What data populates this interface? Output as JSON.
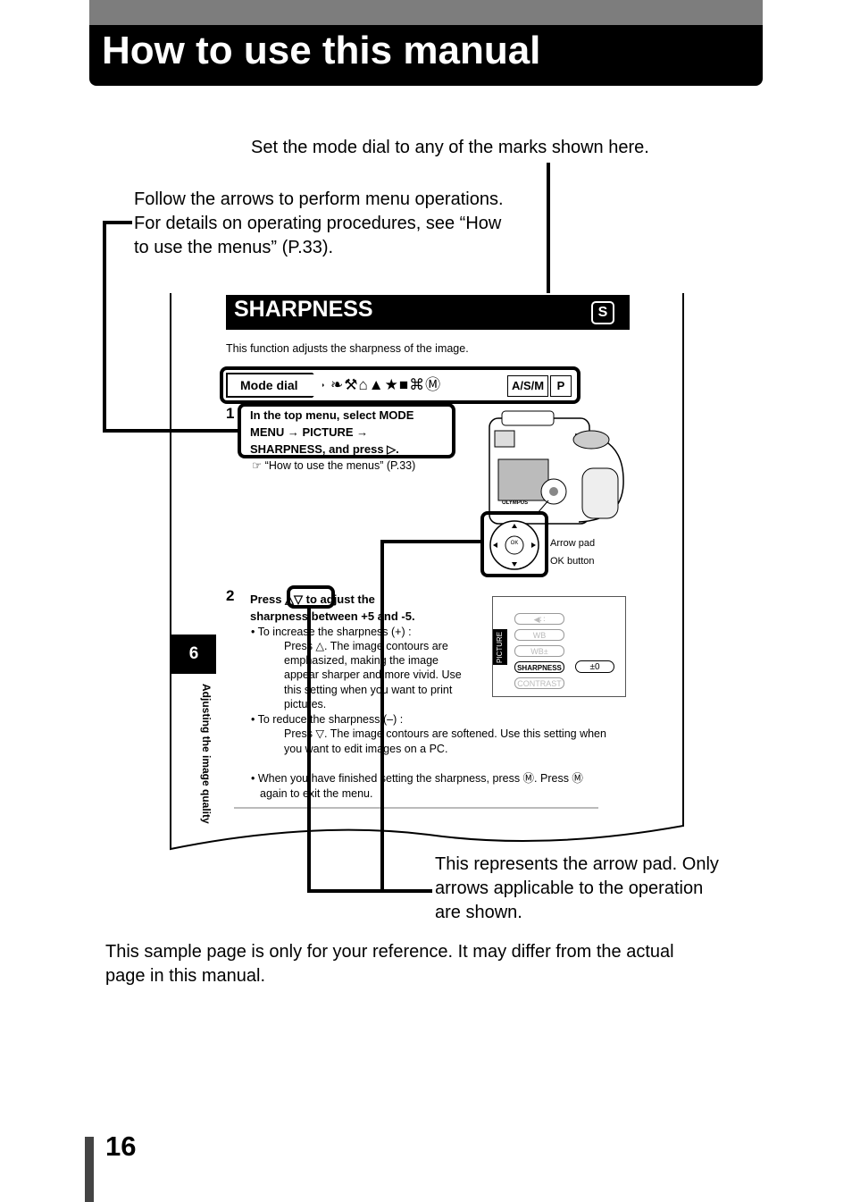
{
  "header": {
    "title": "How to use this manual"
  },
  "callouts": {
    "mode_dial": "Set the mode dial to any of the marks shown here.",
    "menu_ops": [
      "Follow the arrows to perform menu operations.",
      "For details on operating procedures, see “How",
      "to use the menus” (P.33)."
    ],
    "arrow_pad": [
      "This represents the arrow pad. Only",
      "arrows applicable to the operation",
      "are shown."
    ],
    "footnote": [
      "This sample page is only for your reference. It may differ from the actual",
      "page in this manual."
    ]
  },
  "sample_page": {
    "title": "SHARPNESS",
    "title_icon": "S",
    "intro": "This function adjusts the sharpness of the image.",
    "mode_dial_label": "Mode dial",
    "mode_icons": "❧⚒⌂▲★■⌘Ⓜ",
    "mode_asm": "A/S/M",
    "mode_p": "P",
    "step1_num": "1",
    "step1_lines": [
      "In the top menu, select MODE",
      "MENU → PICTURE →",
      "SHARPNESS, and press ▷."
    ],
    "step1_ref": "☞ “How to use the menus” (P.33)",
    "camera_brand": "OLYMPUS",
    "arrow_pad_label": "Arrow pad",
    "ok_button_label": "OK button",
    "pad_ok": "OK",
    "step2_num": "2",
    "step2_lines": [
      "Press △▽ to adjust the",
      "sharpness between +5 and -5."
    ],
    "body_lines": [
      "•  To increase the sharpness (+) :",
      "Press △. The image contours are",
      "emphasized, making the image",
      "appear sharper and more vivid. Use",
      "this setting when you want to print",
      "pictures.",
      "•  To reduce the sharpness (–) :",
      "Press ▽. The image contours are softened. Use this setting when",
      "you want to edit images on a PC.",
      "•  When you have finished setting the sharpness, press Ⓜ. Press Ⓜ",
      "again to exit the menu."
    ],
    "menu_screen": {
      "tab": "PICTURE",
      "items": [
        "◀∷",
        "WB",
        "WB±",
        "SHARPNESS",
        "CONTRAST"
      ],
      "value": "±0"
    },
    "chapter_tab": "6",
    "chapter_label": "Adjusting the image quality"
  },
  "page_number": "16"
}
